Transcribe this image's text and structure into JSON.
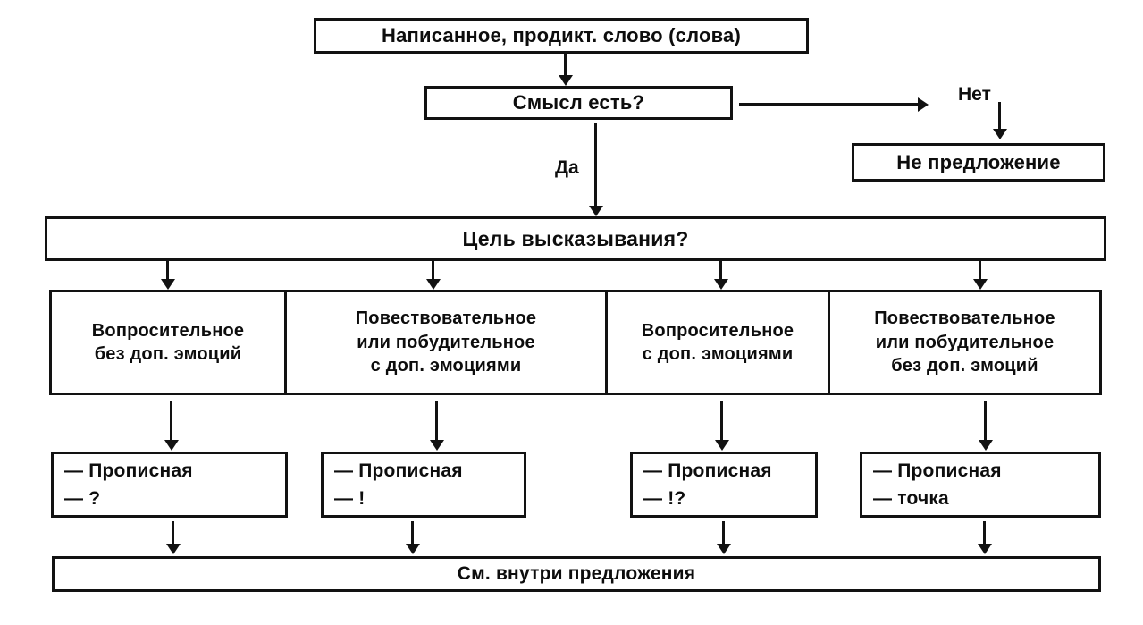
{
  "colors": {
    "ink": "#121212",
    "background": "#ffffff"
  },
  "flowchart": {
    "start": {
      "label": "Написанное, продикт. слово (слова)"
    },
    "question_sense": {
      "label": "Смысл есть?"
    },
    "edge_no": {
      "label": "Нет"
    },
    "not_sentence": {
      "label": "Не предложение"
    },
    "edge_yes": {
      "label": "Да"
    },
    "question_goal": {
      "label": "Цель высказывания?"
    },
    "categories": [
      {
        "lines": [
          "Вопросительное",
          "без доп. эмоций"
        ]
      },
      {
        "lines": [
          "Повествовательное",
          "или побудительное",
          "с доп. эмоциями"
        ]
      },
      {
        "lines": [
          "Вопросительное",
          "с доп. эмоциями"
        ]
      },
      {
        "lines": [
          "Повествовательное",
          "или побудительное",
          "без доп. эмоций"
        ]
      }
    ],
    "results": [
      {
        "lines": [
          "— Прописная",
          "— ?"
        ]
      },
      {
        "lines": [
          "— Прописная",
          "— !"
        ]
      },
      {
        "lines": [
          "— Прописная",
          "— !?"
        ]
      },
      {
        "lines": [
          "— Прописная",
          "— точка"
        ]
      }
    ],
    "end": {
      "label": "См. внутри предложения"
    }
  }
}
